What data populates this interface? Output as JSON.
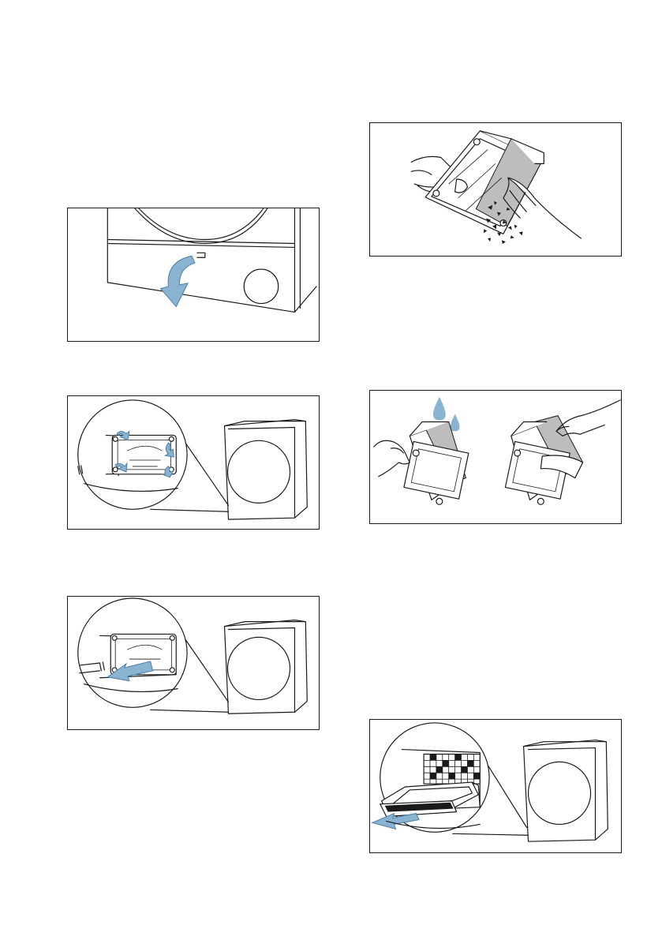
{
  "page": {
    "background": "#ffffff",
    "accent_color": "#8ab3d2",
    "line_color": "#1a1a1a"
  },
  "figures": [
    {
      "id": "open-service-flap",
      "icon": "arrow-down-icon"
    },
    {
      "id": "turn-locking-levers",
      "icon": "rotate-arrows-icon"
    },
    {
      "id": "pull-out-heat-exchanger",
      "icon": "arrow-left-icon"
    },
    {
      "id": "tap-out-fluff",
      "icon": "fluff-particles-icon"
    },
    {
      "id": "rinse-and-wipe",
      "icon": "water-drops-icon"
    },
    {
      "id": "remove-fluff-filter",
      "icon": "arrow-left-icon"
    }
  ]
}
